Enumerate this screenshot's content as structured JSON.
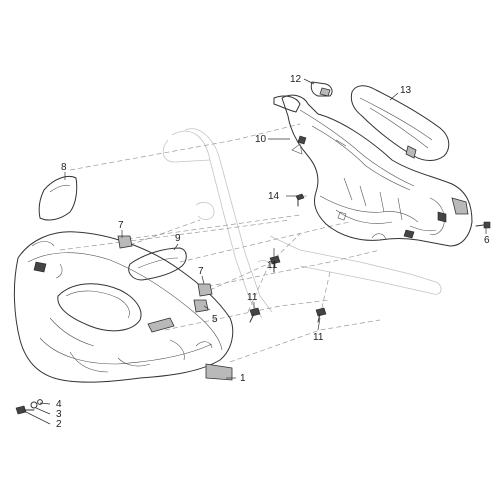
{
  "diagram": {
    "callouts": [
      {
        "id": "c1",
        "text": "1"
      },
      {
        "id": "c2",
        "text": "2"
      },
      {
        "id": "c3",
        "text": "3"
      },
      {
        "id": "c4",
        "text": "4"
      },
      {
        "id": "c5",
        "text": "5"
      },
      {
        "id": "c6",
        "text": "6"
      },
      {
        "id": "c7a",
        "text": "7"
      },
      {
        "id": "c7b",
        "text": "7"
      },
      {
        "id": "c8",
        "text": "8"
      },
      {
        "id": "c9",
        "text": "9"
      },
      {
        "id": "c10",
        "text": "10"
      },
      {
        "id": "c11a",
        "text": "11"
      },
      {
        "id": "c11b",
        "text": "11"
      },
      {
        "id": "c11c",
        "text": "11"
      },
      {
        "id": "c12",
        "text": "12"
      },
      {
        "id": "c13",
        "text": "13"
      },
      {
        "id": "c14",
        "text": "14"
      }
    ]
  }
}
